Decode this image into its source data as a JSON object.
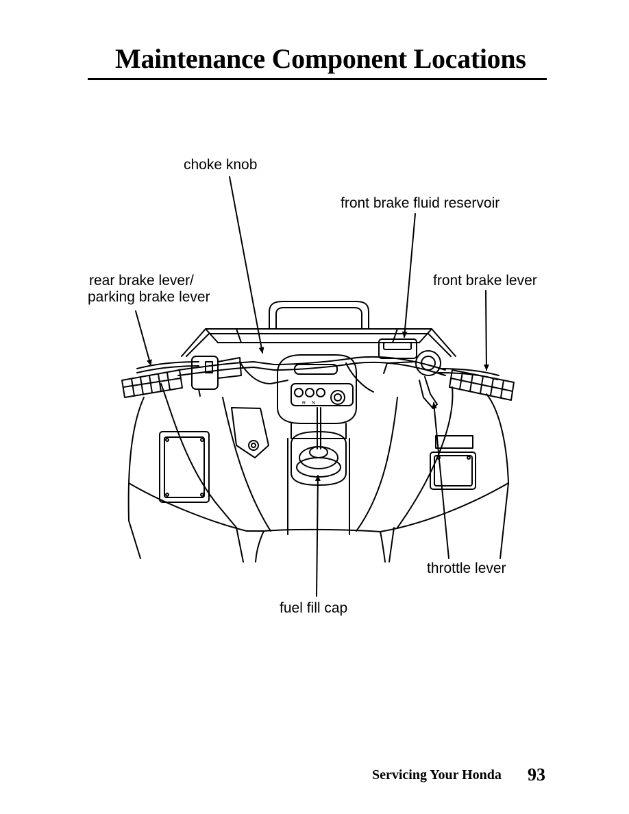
{
  "page": {
    "title": "Maintenance Component Locations",
    "section": "Servicing Your Honda",
    "page_number": "93"
  },
  "callouts": {
    "choke_knob": "choke knob",
    "front_brake_fluid_reservoir": "front brake fluid reservoir",
    "rear_brake_lever_line1": "rear brake lever/",
    "rear_brake_lever_line2": "parking brake lever",
    "front_brake_lever": "front brake lever",
    "throttle_lever": "throttle lever",
    "fuel_fill_cap": "fuel fill cap"
  },
  "panel_labels": {
    "indicator_a": "R",
    "indicator_b": "N"
  }
}
